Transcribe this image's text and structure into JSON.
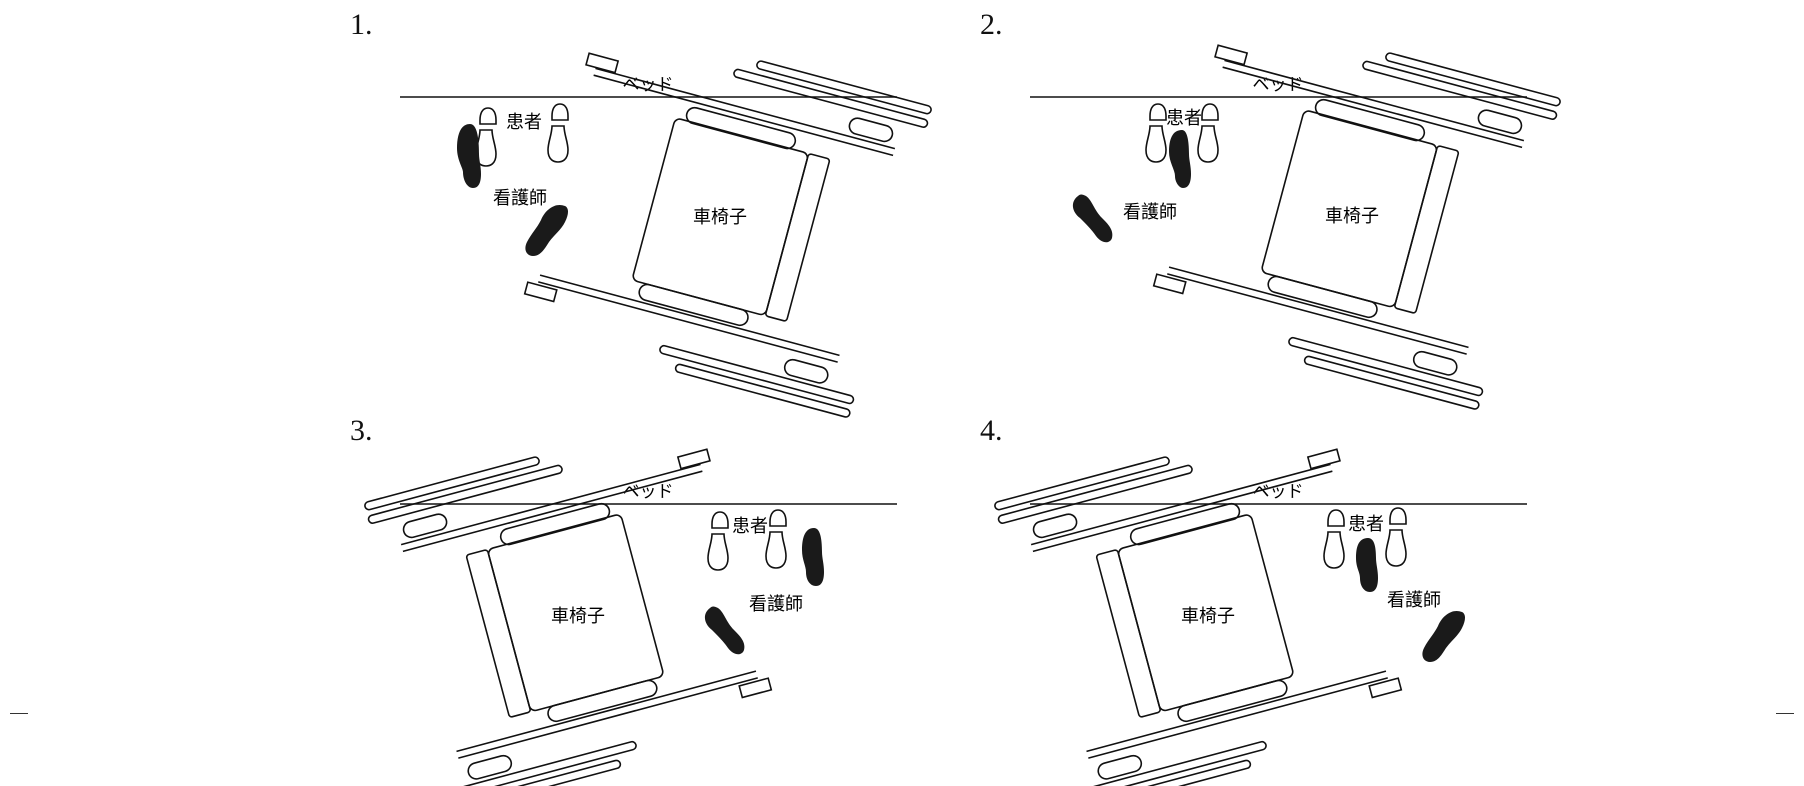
{
  "options": [
    {
      "number": "1.",
      "bed_label": "ベッド",
      "patient_label": "患者",
      "nurse_label": "看護師",
      "wheelchair_label": "車椅子"
    },
    {
      "number": "2.",
      "bed_label": "ベッド",
      "patient_label": "患者",
      "nurse_label": "看護師",
      "wheelchair_label": "車椅子"
    },
    {
      "number": "3.",
      "bed_label": "ベッド",
      "patient_label": "患者",
      "nurse_label": "看護師",
      "wheelchair_label": "車椅子"
    },
    {
      "number": "4.",
      "bed_label": "ベッド",
      "patient_label": "患者",
      "nurse_label": "看護師",
      "wheelchair_label": "車椅子"
    }
  ],
  "colors": {
    "line": "#111111",
    "nurse_foot": "#1a1a1a",
    "patient_foot": "#ffffff"
  }
}
